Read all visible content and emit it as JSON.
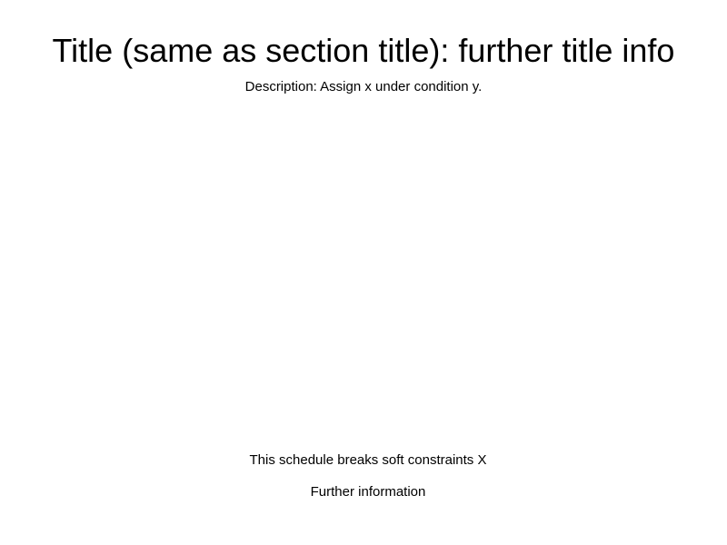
{
  "header": {
    "title": "Title (same as section title): further title info",
    "description": "Description: Assign x under condition y."
  },
  "footer": {
    "constraints_text": "This schedule breaks soft constraints X",
    "further_info": "Further information"
  }
}
